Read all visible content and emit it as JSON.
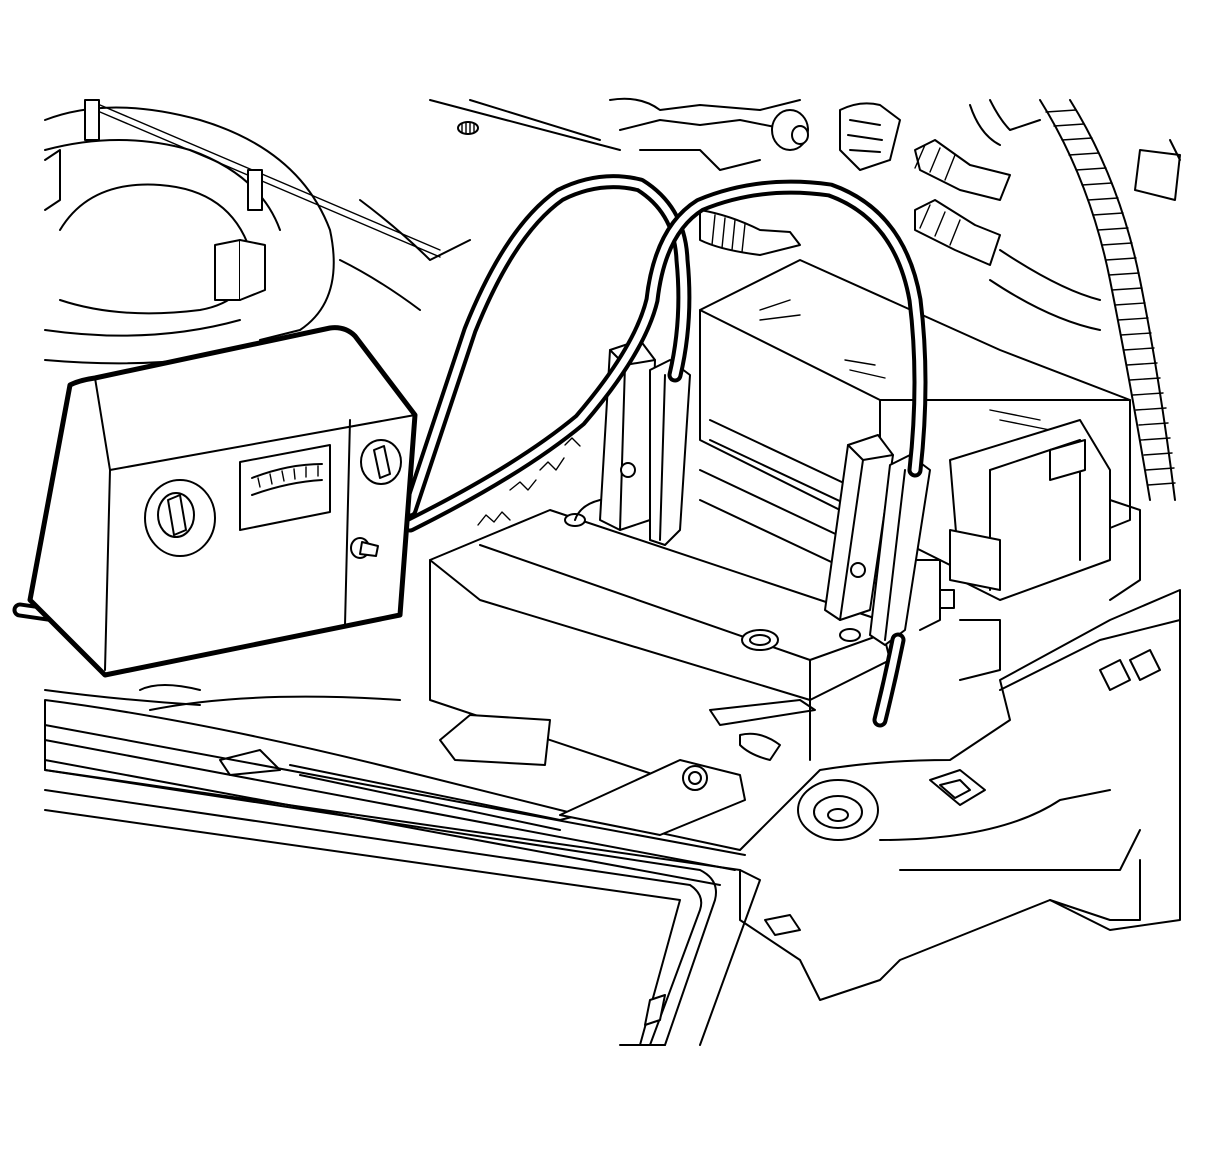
{
  "figure": {
    "components": [
      {
        "name": "battery-charger",
        "parts": [
          "meter-gauge",
          "control-knob",
          "selector-knob",
          "toggle-switch"
        ]
      },
      {
        "name": "jumper-cables",
        "count": 2
      },
      {
        "name": "battery-clamps",
        "count": 2
      },
      {
        "name": "battery"
      },
      {
        "name": "underhood-fuse-block"
      },
      {
        "name": "radiator-support"
      },
      {
        "name": "wiring-harness"
      }
    ],
    "colors": {
      "line": "#000000",
      "fill": "#ffffff"
    }
  }
}
